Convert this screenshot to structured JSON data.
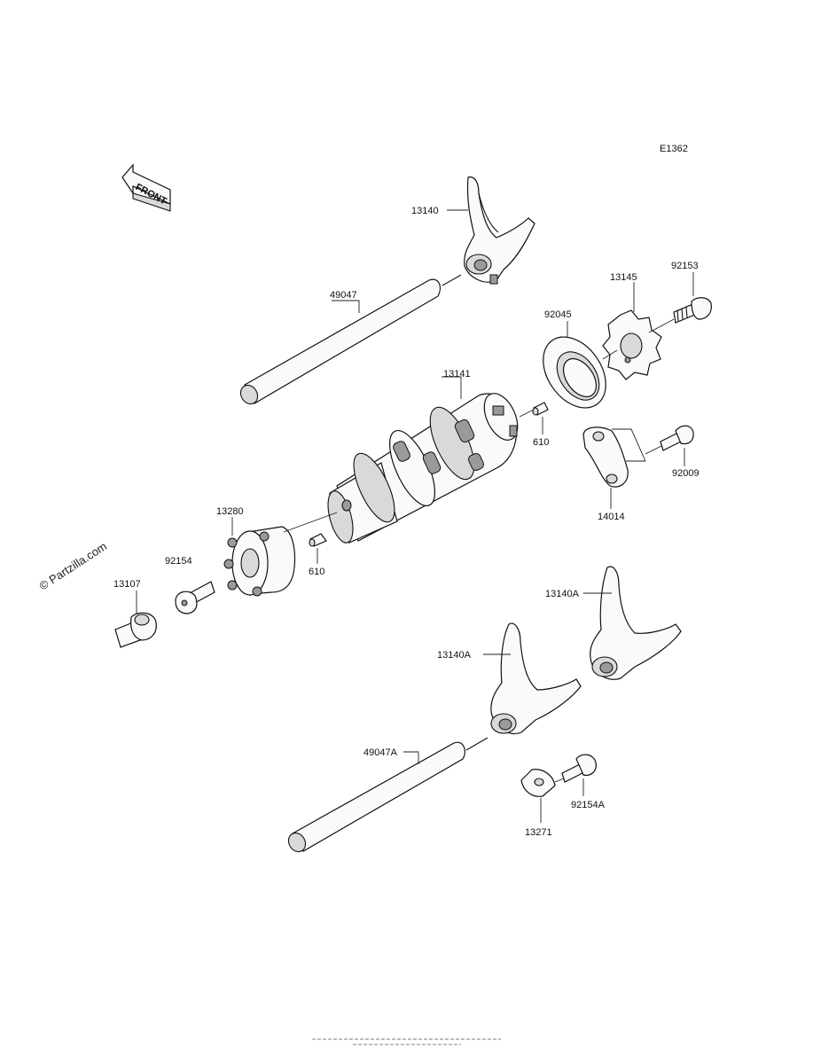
{
  "diagram_code": "E1362",
  "front_label": "FRONT",
  "watermark": "© Partzilla.com",
  "labels": {
    "p13140": "13140",
    "p49047": "49047",
    "p13145": "13145",
    "p92153": "92153",
    "p92045": "92045",
    "p13141": "13141",
    "p610a": "610",
    "p92009": "92009",
    "p14014": "14014",
    "p13280": "13280",
    "p92154": "92154",
    "p610b": "610",
    "p13107": "13107",
    "p13140A_a": "13140A",
    "p13140A_b": "13140A",
    "p49047A": "49047A",
    "p92154A": "92154A",
    "p13271": "13271"
  }
}
